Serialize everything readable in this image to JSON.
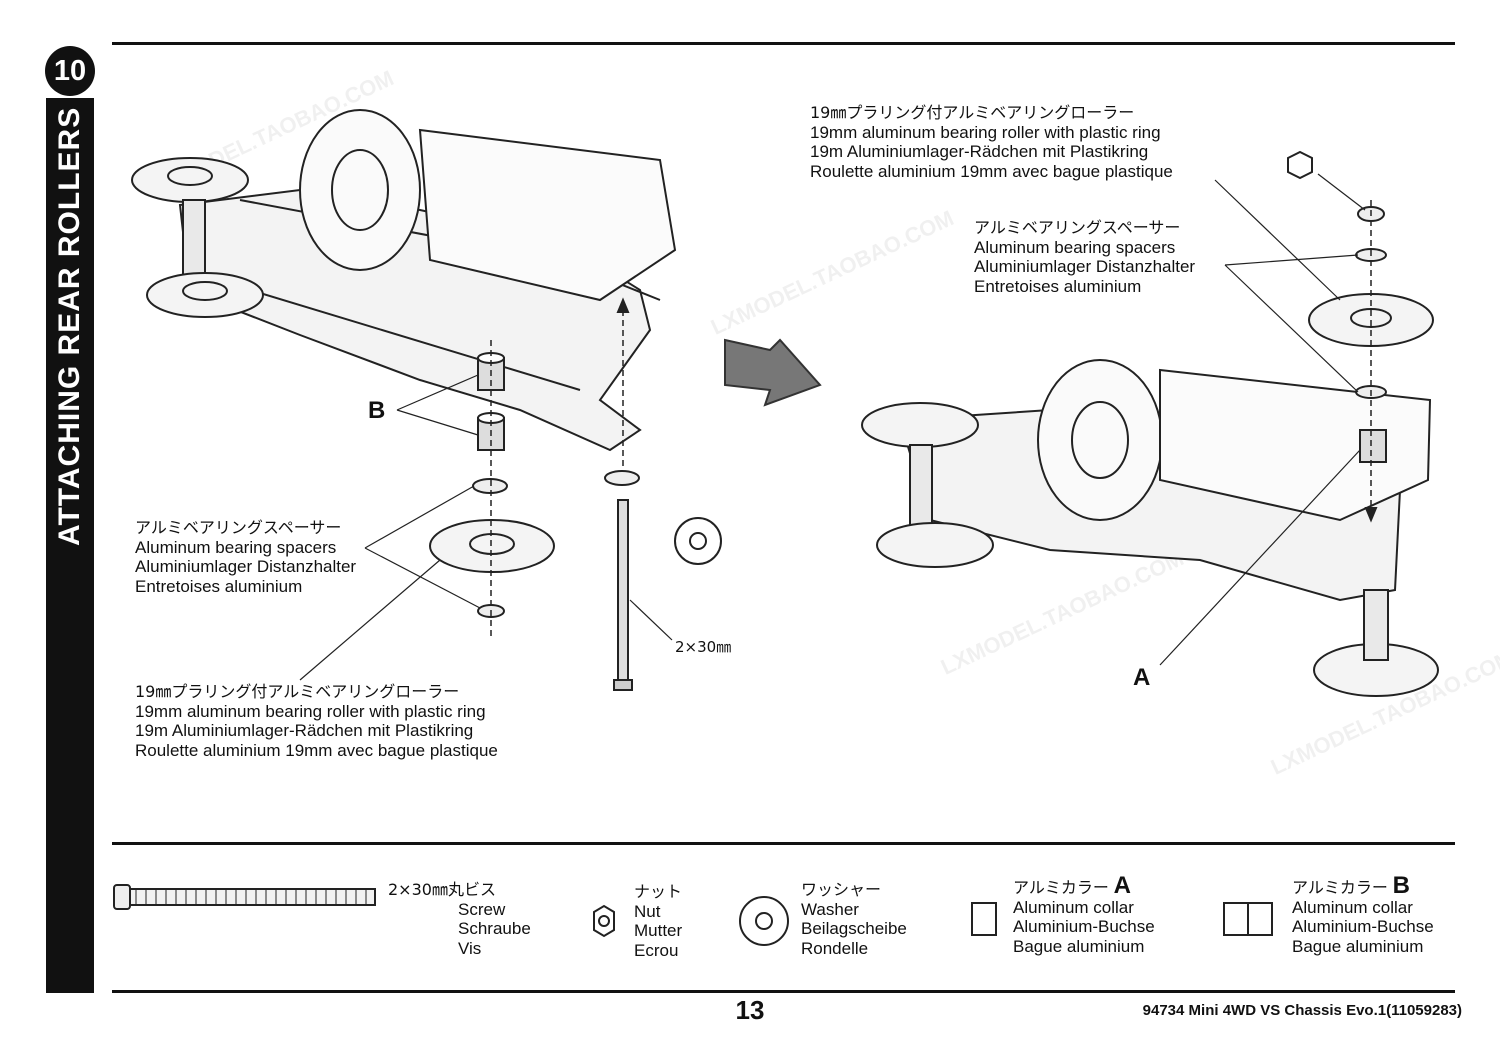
{
  "step": {
    "number": "10",
    "title": "ATTACHING REAR ROLLERS"
  },
  "left_diagram": {
    "callout_b": "B",
    "spacers_label": {
      "jp": "アルミベアリングスペーサー",
      "en": "Aluminum bearing spacers",
      "de": "Aluminiumlager Distanzhalter",
      "fr": "Entretoises aluminium"
    },
    "roller_label": {
      "jp": "19㎜プラリング付アルミベアリングローラー",
      "en": "19mm aluminum bearing roller with plastic ring",
      "de": "19m Aluminiumlager-Rädchen mit Plastikring",
      "fr": "Roulette aluminium 19mm avec bague plastique"
    },
    "screw_size": "2×30㎜"
  },
  "right_diagram": {
    "callout_a": "A",
    "roller_label": {
      "jp": "19㎜プラリング付アルミベアリングローラー",
      "en": "19mm aluminum bearing roller with plastic ring",
      "de": "19m Aluminiumlager-Rädchen mit Plastikring",
      "fr": "Roulette aluminium 19mm avec bague plastique"
    },
    "spacers_label": {
      "jp": "アルミベアリングスペーサー",
      "en": "Aluminum bearing spacers",
      "de": "Aluminiumlager Distanzhalter",
      "fr": "Entretoises aluminium"
    }
  },
  "parts": {
    "screw": {
      "jp": "2×30㎜丸ビス",
      "en": "Screw",
      "de": "Schraube",
      "fr": "Vis"
    },
    "nut": {
      "jp": "ナット",
      "en": "Nut",
      "de": "Mutter",
      "fr": "Ecrou"
    },
    "washer": {
      "jp": "ワッシャー",
      "en": "Washer",
      "de": "Beilagscheibe",
      "fr": "Rondelle"
    },
    "collar_a": {
      "jp": "アルミカラー",
      "letter": "A",
      "en": "Aluminum collar",
      "de": "Aluminium-Buchse",
      "fr": "Bague aluminium"
    },
    "collar_b": {
      "jp": "アルミカラー",
      "letter": "B",
      "en": "Aluminum collar",
      "de": "Aluminium-Buchse",
      "fr": "Bague aluminium"
    }
  },
  "footer": {
    "page_number": "13",
    "product_id": "94734  Mini  4WD  VS  Chassis  Evo.1(11059283)"
  },
  "watermarks": [
    "LXMODEL.TAOBAO.COM",
    "LXMODEL.TAOBAO.COM",
    "LXMODEL.TAOBAO.COM",
    "LXMODEL.TAOBAO.COM"
  ]
}
